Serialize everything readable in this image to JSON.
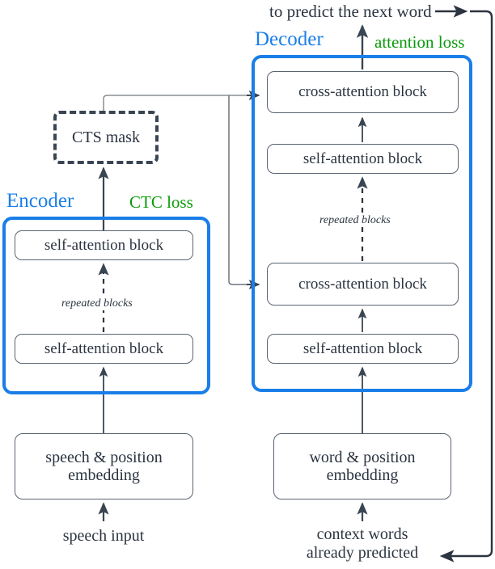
{
  "figure": {
    "title_caption": "to predict the next word",
    "colors": {
      "group_blue": "#1a7ee8",
      "loss_green": "#0a9a0a",
      "node_stroke": "#5a6472",
      "dashed_stroke": "#3a4553",
      "text": "#2b3440",
      "wire": "#3a4553",
      "wire_thin": "#8a8f96"
    }
  },
  "encoder": {
    "label": "Encoder",
    "loss_label": "CTC loss",
    "repeated_note": "repeated blocks",
    "blocks": [
      {
        "label": "self-attention block"
      },
      {
        "label": "self-attention block"
      }
    ],
    "embedding": {
      "label": "speech & position\nembedding"
    },
    "input_caption": "speech input"
  },
  "decoder": {
    "label": "Decoder",
    "loss_label": "attention loss",
    "repeated_note": "repeated blocks",
    "blocks": [
      {
        "label": "cross-attention block"
      },
      {
        "label": "self-attention block"
      },
      {
        "label": "cross-attention block"
      },
      {
        "label": "self-attention block"
      }
    ],
    "embedding": {
      "label": "word & position\nembedding"
    },
    "input_caption": "context words\nalready predicted"
  },
  "mask": {
    "label": "CTS mask"
  }
}
